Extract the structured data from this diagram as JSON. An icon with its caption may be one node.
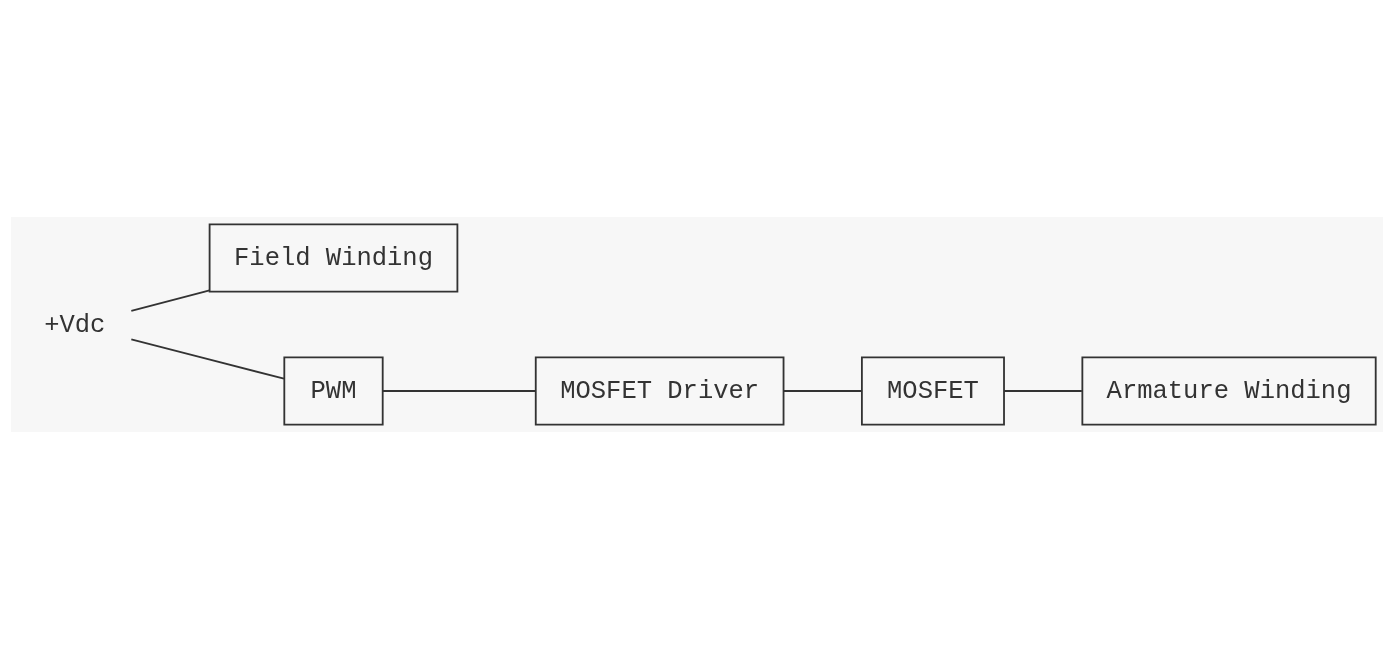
{
  "diagram": {
    "nodes": [
      {
        "text": [
          "+Vdc"
        ]
      },
      {
        "text": [
          "Field Winding"
        ]
      },
      {
        "text": [
          "PWM"
        ]
      },
      {
        "text": [
          "MOSFET Driver"
        ]
      },
      {
        "text": [
          "MOSFET"
        ]
      },
      {
        "text": [
          "Armature Winding"
        ]
      }
    ],
    "edges": [
      {
        "from": 0,
        "to": 1,
        "arrow": "none"
      },
      {
        "from": 0,
        "to": 2,
        "arrow": "none"
      },
      {
        "from": 2,
        "to": 3,
        "arrow": "none"
      },
      {
        "from": 3,
        "to": 4,
        "arrow": "none"
      },
      {
        "from": 4,
        "to": 5,
        "arrow": "none"
      }
    ]
  }
}
